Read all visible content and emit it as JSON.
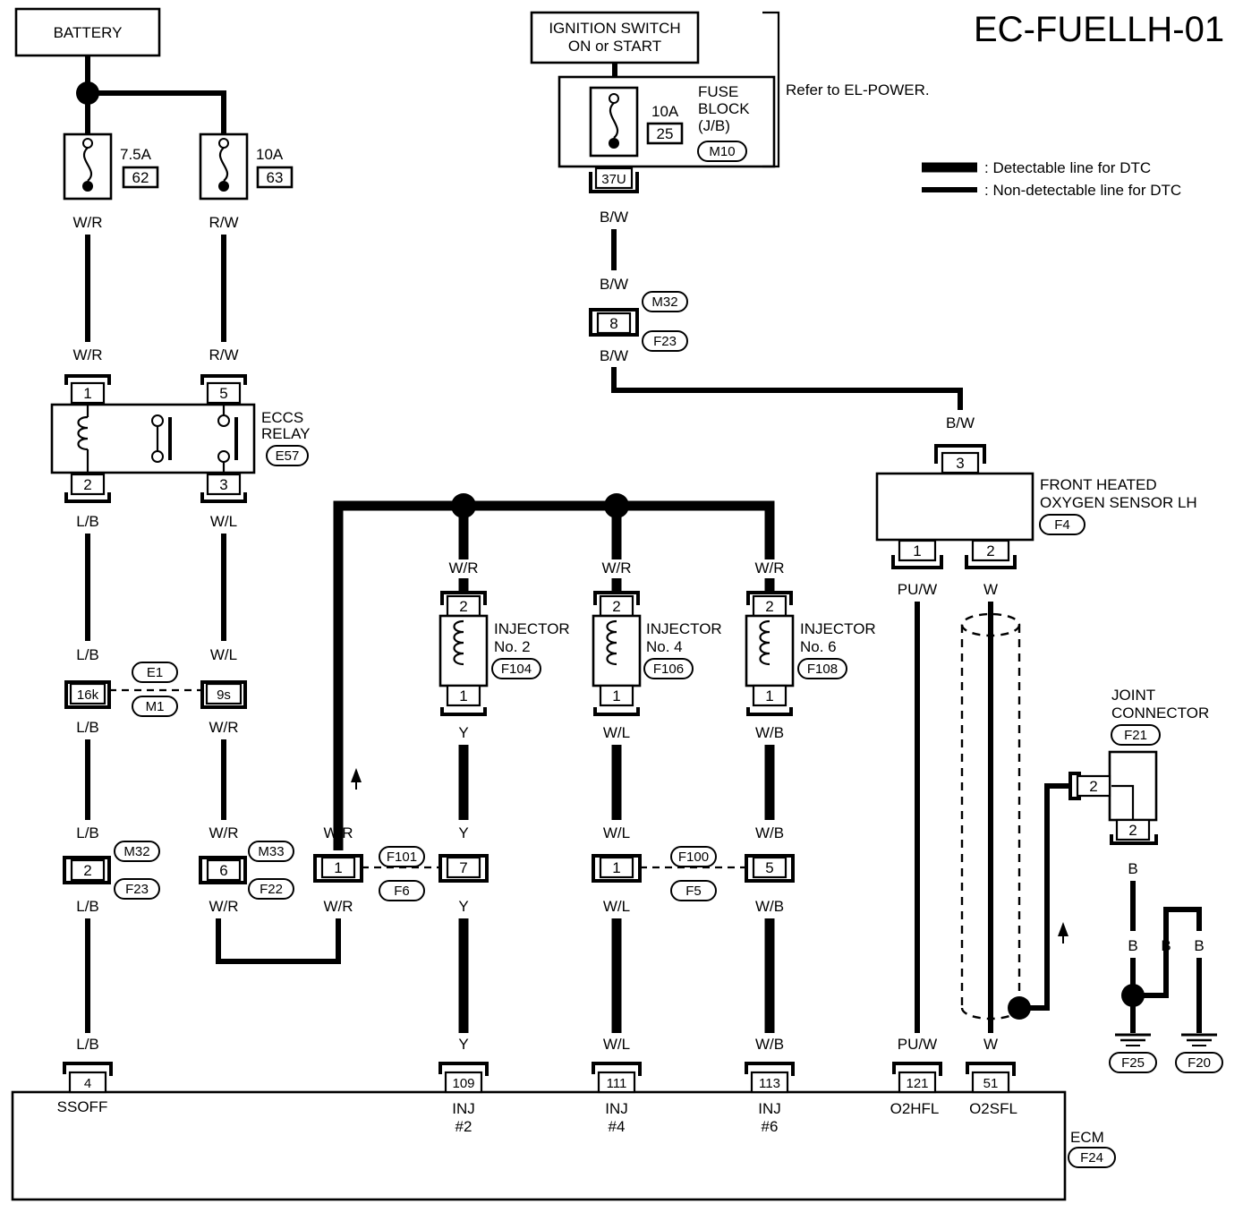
{
  "title": "EC-FUELLH-01",
  "legend": {
    "detectable": ": Detectable line for DTC",
    "non_detectable": ": Non-detectable line for DTC"
  },
  "power": {
    "battery": "BATTERY",
    "ignition_line1": "IGNITION SWITCH",
    "ignition_line2": "ON or START",
    "refer": "Refer to EL-POWER."
  },
  "fuses": {
    "f62_rating": "7.5A",
    "f62_num": "62",
    "f63_rating": "10A",
    "f63_num": "63",
    "f25_rating": "10A",
    "f25_num": "25",
    "fuse_block_line1": "FUSE",
    "fuse_block_line2": "BLOCK",
    "fuse_block_line3": "(J/B)",
    "fuse_block_conn": "M10",
    "fuse_block_pin": "37U"
  },
  "relay": {
    "line1": "ECCS",
    "line2": "RELAY",
    "conn": "E57",
    "pin1": "1",
    "pin2": "2",
    "pin3": "3",
    "pin5": "5"
  },
  "connectors": {
    "e1": "E1",
    "m1": "M1",
    "pin16k": "16k",
    "pin9s": "9s",
    "m32": "M32",
    "m33": "M33",
    "f23": "F23",
    "f22": "F22",
    "f101": "F101",
    "f6": "F6",
    "f100": "F100",
    "f5": "F5",
    "pin2": "2",
    "pin6": "6",
    "pin1": "1",
    "pin7": "7",
    "pin5": "5",
    "pin8": "8"
  },
  "injectors": [
    {
      "label": "INJECTOR",
      "num": "No. 2",
      "conn": "F104",
      "pin_top": "2",
      "pin_bot": "1"
    },
    {
      "label": "INJECTOR",
      "num": "No. 4",
      "conn": "F106",
      "pin_top": "2",
      "pin_bot": "1"
    },
    {
      "label": "INJECTOR",
      "num": "No. 6",
      "conn": "F108",
      "pin_top": "2",
      "pin_bot": "1"
    }
  ],
  "sensor": {
    "line1": "FRONT HEATED",
    "line2": "OXYGEN SENSOR LH",
    "conn": "F4",
    "pin3": "3",
    "pin1": "1",
    "pin2": "2"
  },
  "joint": {
    "line1": "JOINT",
    "line2": "CONNECTOR",
    "conn": "F21",
    "pin_side": "2",
    "pin_bottom": "2"
  },
  "grounds": {
    "g1": "F25",
    "g2": "F20"
  },
  "ecm": {
    "name": "ECM",
    "conn": "F24",
    "terminals": [
      {
        "pin": "4",
        "name1": "SSOFF",
        "name2": ""
      },
      {
        "pin": "109",
        "name1": "INJ",
        "name2": "#2"
      },
      {
        "pin": "111",
        "name1": "INJ",
        "name2": "#4"
      },
      {
        "pin": "113",
        "name1": "INJ",
        "name2": "#6"
      },
      {
        "pin": "121",
        "name1": "O2HFL",
        "name2": ""
      },
      {
        "pin": "51",
        "name1": "O2SFL",
        "name2": ""
      }
    ]
  },
  "wires": {
    "wr": "W/R",
    "rw": "R/W",
    "lb": "L/B",
    "wl": "W/L",
    "bw": "B/W",
    "y": "Y",
    "wb": "W/B",
    "puw": "PU/W",
    "w": "W",
    "b": "B"
  }
}
